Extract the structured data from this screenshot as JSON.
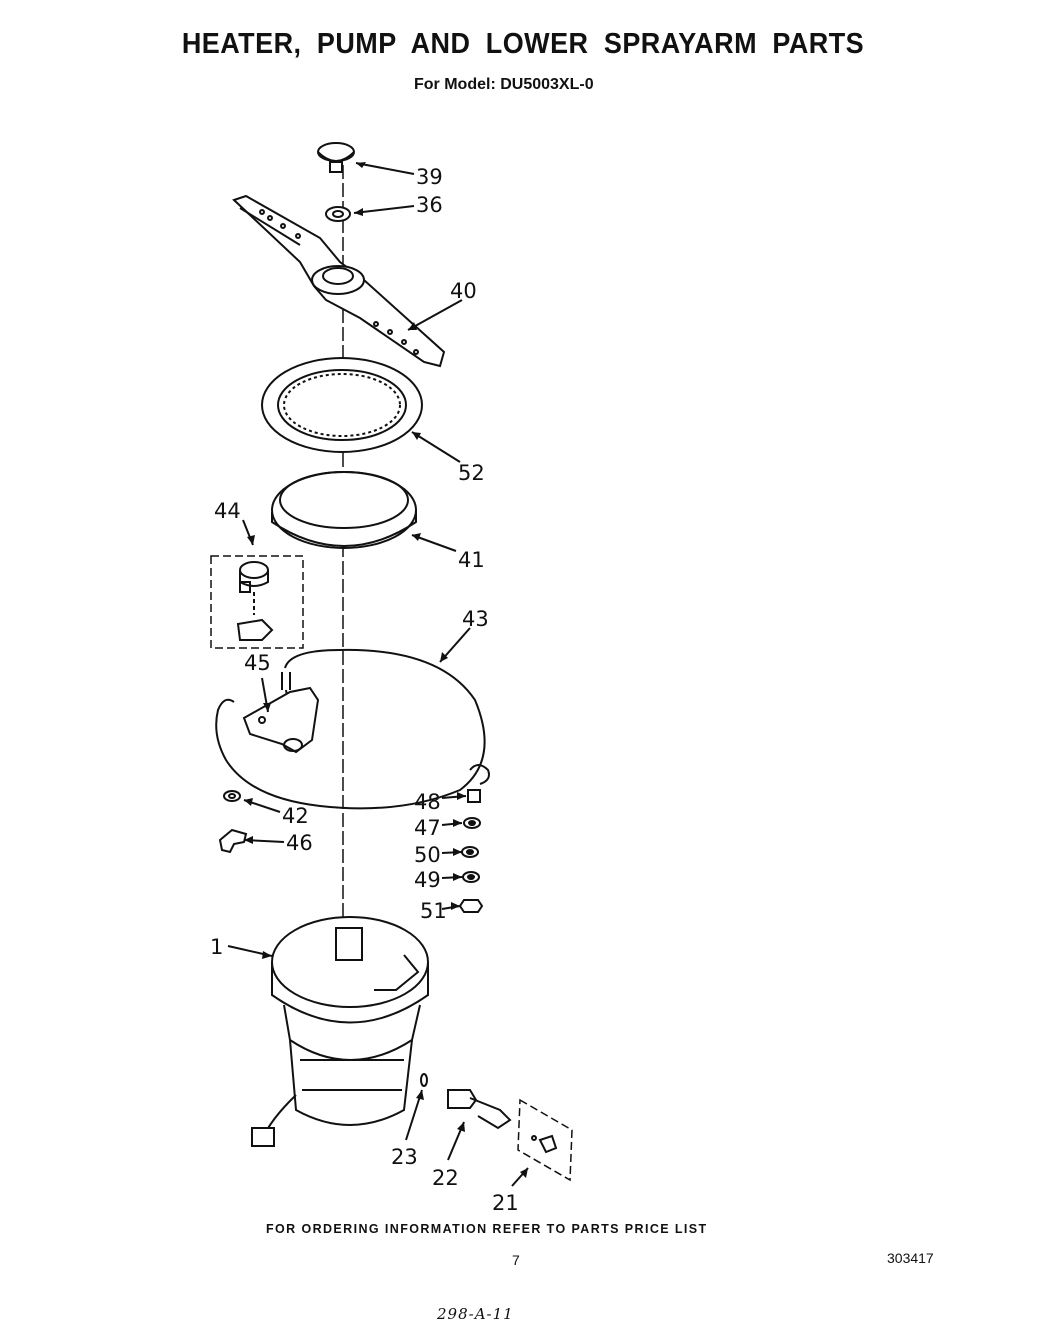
{
  "title": "HEATER, PUMP  AND LOWER  SPRAYARM  PARTS",
  "model": "For Model: DU5003XL-0",
  "footer": "FOR ORDERING INFORMATION REFER TO PARTS PRICE LIST",
  "page_number": "7",
  "document_number": "303417",
  "handwritten_note": "298-A-11",
  "callouts": {
    "p39": "39",
    "p36": "36",
    "p40": "40",
    "p52": "52",
    "p41": "41",
    "p44": "44",
    "p45": "45",
    "p43": "43",
    "p48": "48",
    "p47": "47",
    "p50": "50",
    "p49": "49",
    "p51": "51",
    "p42": "42",
    "p46": "46",
    "p1": "1",
    "p23": "23",
    "p22": "22",
    "p21": "21"
  }
}
